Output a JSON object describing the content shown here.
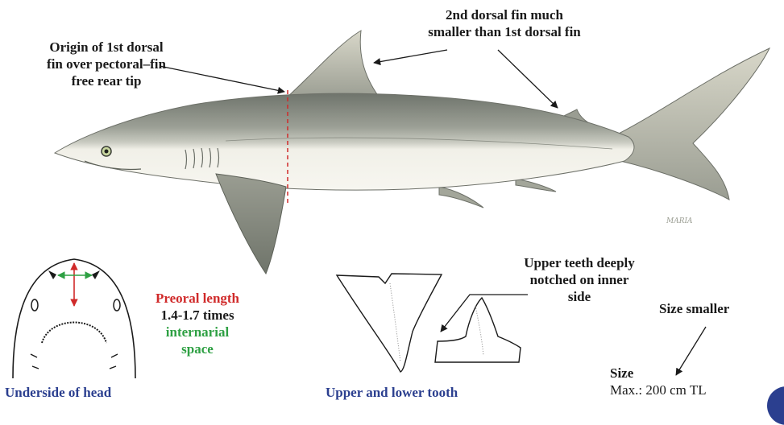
{
  "labels": {
    "origin_dorsal": [
      "Origin of 1st dorsal",
      "fin over pectoral–fin",
      "free rear tip"
    ],
    "second_dorsal": [
      "2nd dorsal fin much",
      "smaller than 1st dorsal fin"
    ],
    "upper_teeth": [
      "Upper teeth deeply",
      "notched on inner",
      "side"
    ],
    "size_smaller": "Size smaller",
    "preoral": {
      "line1": "Preoral length",
      "line2": "1.4-1.7 times",
      "line3": "internarial",
      "line4": "space"
    },
    "size": {
      "title": "Size",
      "value": "Max.: 200 cm TL"
    },
    "artist_signature": "MARIA"
  },
  "captions": {
    "underside_head": "Underside of head",
    "tooth": "Upper and lower tooth"
  },
  "colors": {
    "caption_blue": "#2b3f8f",
    "preoral_red": "#d02a2a",
    "internarial_green": "#2ea043",
    "shark_dorsal": "#8f9488",
    "shark_belly": "#f2f1ea"
  }
}
